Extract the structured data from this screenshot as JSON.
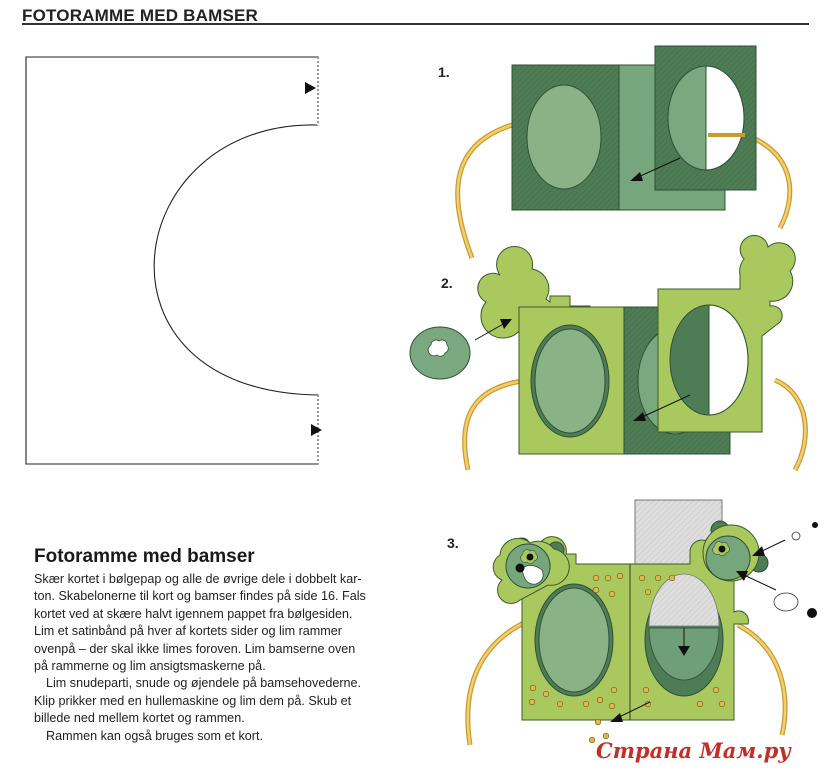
{
  "header": {
    "title": "FOTORAMME MED BAMSER"
  },
  "steps": [
    "1.",
    "2.",
    "3."
  ],
  "article": {
    "title": "Fotoramme med bamser",
    "lines": [
      "Skær kortet i bølgepap og alle de øvrige dele i dobbelt kar-",
      "ton. Skabelonerne til kort og bamser findes på side 16. Fals",
      "kortet ved at skære halvt igennem pappet fra bølgesiden.",
      "Lim et satinbånd på hver af kortets sider og lim rammer",
      "ovenpå – der skal ikke limes foroven. Lim bamserne oven",
      "på rammerne og lim ansigtsmaskerne på.",
      "Lim snudeparti, snude og øjendele på bamsehovederne.",
      "Klip prikker med en hullemaskine og lim dem på. Skub et",
      "billede ned mellem kortet og rammen.",
      "Rammen kan også bruges som et kort."
    ]
  },
  "watermark": "Страна Мам.ру",
  "colors": {
    "dark_green": "#4e7d55",
    "mid_green": "#76a77c",
    "light_green": "#a9c95f",
    "oval_green": "#8ab287",
    "ribbon": "#e0b94a",
    "grey_photo": "#dcdcdc"
  }
}
